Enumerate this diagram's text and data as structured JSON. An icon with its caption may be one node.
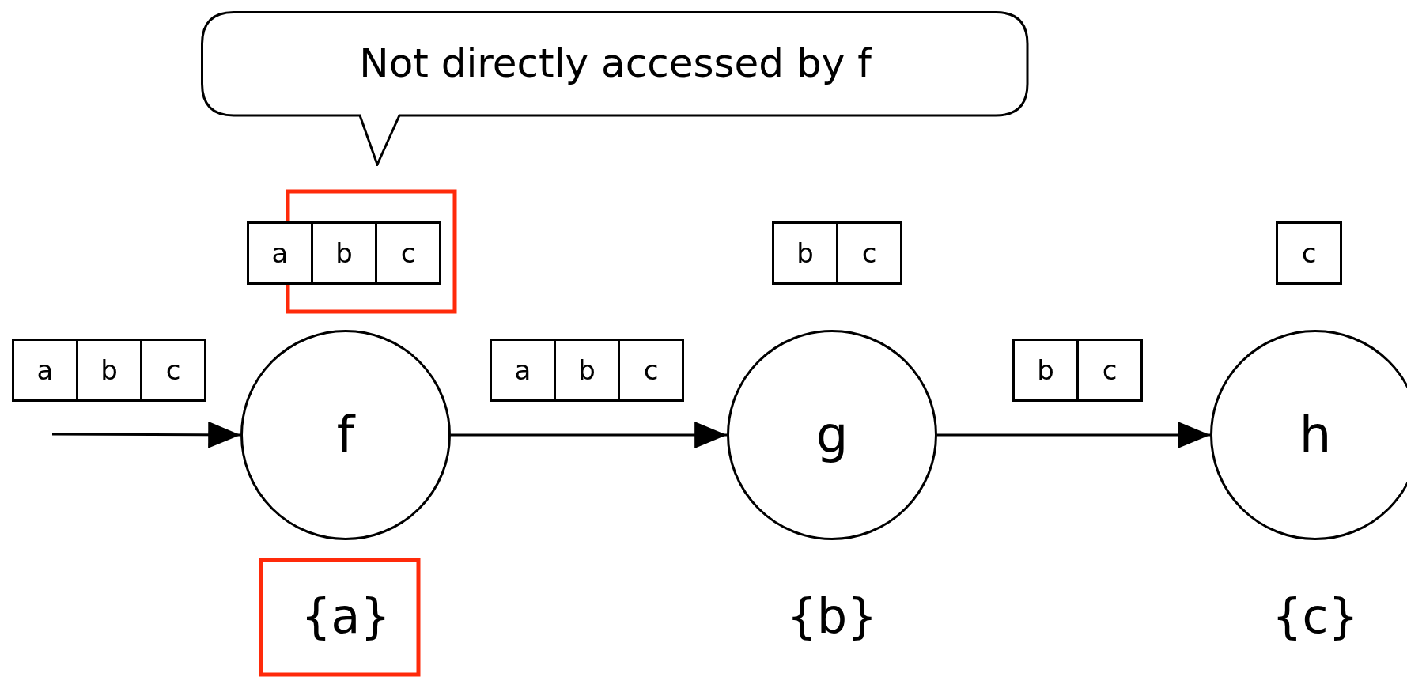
{
  "diagram": {
    "nodes": [
      {
        "text": [
          "Not directly accessed by f"
        ]
      },
      {
        "text": [
          "f"
        ],
        "beside": [
          "{a}"
        ]
      },
      {
        "text": [
          "g"
        ],
        "beside": [
          "{b}"
        ]
      },
      {
        "text": [
          "h"
        ],
        "beside": [
          "{c}"
        ]
      }
    ],
    "edges": [
      {
        "from": null,
        "to": 1,
        "arrow": "to"
      },
      {
        "from": 1,
        "to": 2,
        "arrow": "to"
      },
      {
        "from": 2,
        "to": 3,
        "arrow": "to"
      }
    ],
    "labels": [
      "a",
      "b",
      "c",
      "b",
      "c",
      "c",
      "a",
      "b",
      "c",
      "a",
      "b",
      "c",
      "b",
      "c"
    ]
  }
}
